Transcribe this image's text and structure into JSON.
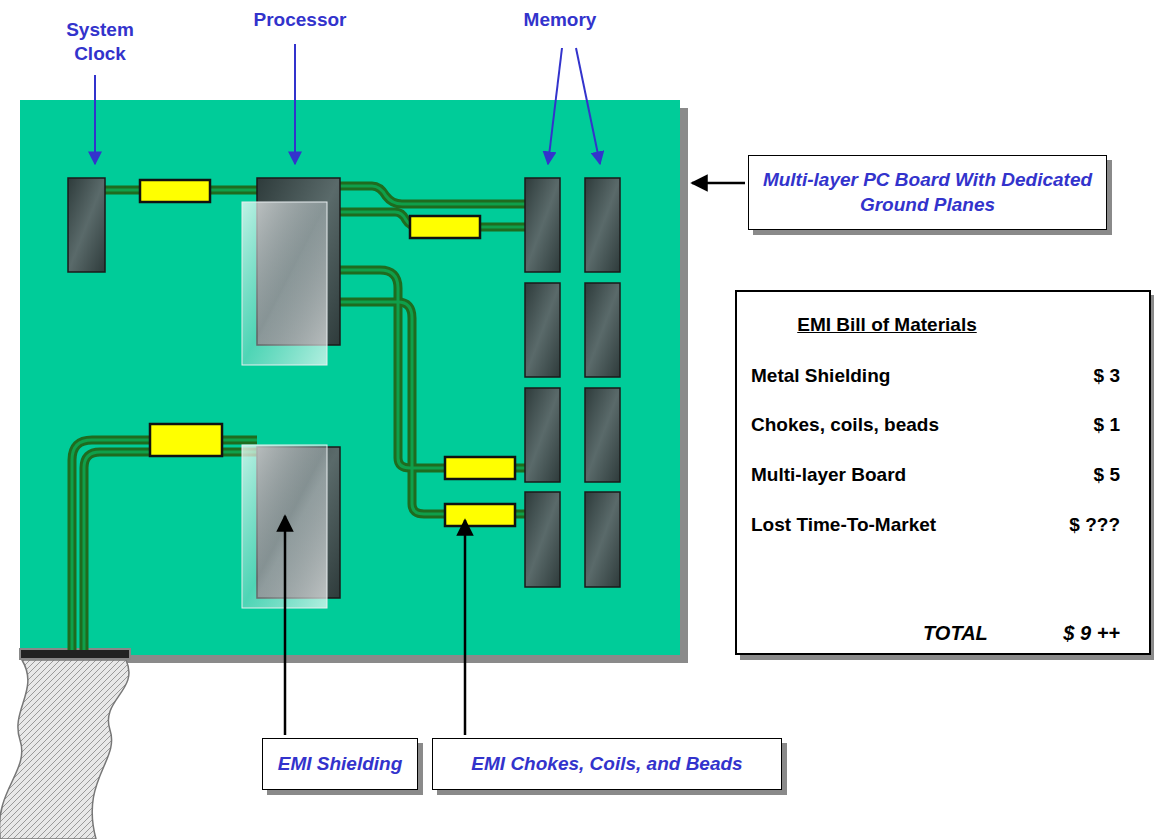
{
  "diagram": {
    "nodes": [
      {
        "text": [
          "Multi-layer PC Board With Dedicated Ground Planes"
        ]
      },
      {
        "text": [
          "EMI Bill of Materials",
          "Metal Shielding",
          "$ 3",
          "Chokes, coils, beads",
          "$ 1",
          "Multi-layer Board",
          "$ 5",
          "Lost Time-To-Market",
          "$ ???",
          "TOTAL",
          "$ 9 ++"
        ]
      },
      {
        "text": [
          "EMI Shielding"
        ]
      },
      {
        "text": [
          "EMI Chokes, Coils, and Beads"
        ]
      }
    ],
    "labels": [
      "System Clock",
      "Processor",
      "Memory"
    ]
  }
}
